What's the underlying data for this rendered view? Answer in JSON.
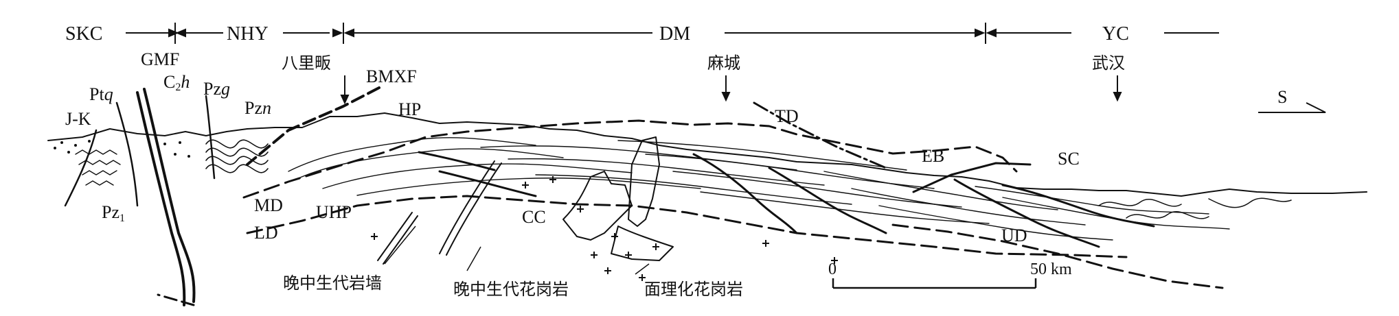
{
  "zones": {
    "skc": "SKC",
    "nhy": "NHY",
    "dm": "DM",
    "yc": "YC"
  },
  "places": {
    "balifan": "八里畈",
    "macheng": "麻城",
    "wuhan": "武汉"
  },
  "faults": {
    "gmf": "GMF",
    "bmxf": "BMXF",
    "td": "TD",
    "eb": "EB"
  },
  "strata": {
    "ptq_a": "Pt",
    "ptq_b": "q",
    "c2h_a": "C",
    "c2h_sub": "2",
    "c2h_b": "h",
    "pzg_a": "Pz",
    "pzg_b": "g",
    "pzn_a": "Pz",
    "pzn_b": "n",
    "jk": "J-K",
    "pz1_a": "Pz",
    "pz1_sub": "1"
  },
  "units": {
    "hp": "HP",
    "uhp": "UHP",
    "md": "MD",
    "ld": "LD",
    "cc": "CC",
    "ud": "UD",
    "sc": "SC"
  },
  "annotations": {
    "dikes": "晚中生代岩墙",
    "granite": "晚中生代花岗岩",
    "foliated_granite": "面理化花岗岩"
  },
  "scale": {
    "start": "0",
    "end": "50 km"
  },
  "orientation": "S",
  "colors": {
    "ink": "#111111",
    "background": "#ffffff"
  }
}
